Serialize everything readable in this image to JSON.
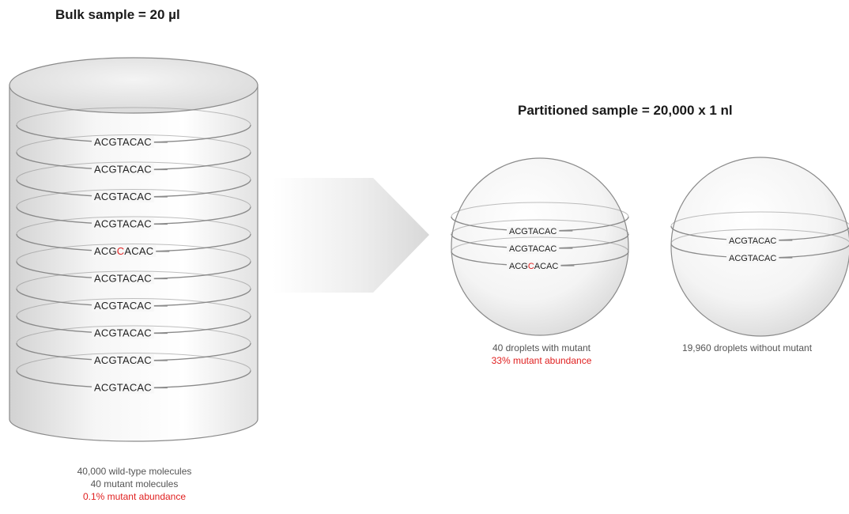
{
  "bulk": {
    "title": "Bulk sample = 20 µl",
    "sequences": [
      {
        "pre": "ACGTACAC",
        "mut": "",
        "post": ""
      },
      {
        "pre": "ACGTACAC",
        "mut": "",
        "post": ""
      },
      {
        "pre": "ACGTACAC",
        "mut": "",
        "post": ""
      },
      {
        "pre": "ACGTACAC",
        "mut": "",
        "post": ""
      },
      {
        "pre": "ACG",
        "mut": "C",
        "post": "ACAC"
      },
      {
        "pre": "ACGTACAC",
        "mut": "",
        "post": ""
      },
      {
        "pre": "ACGTACAC",
        "mut": "",
        "post": ""
      },
      {
        "pre": "ACGTACAC",
        "mut": "",
        "post": ""
      },
      {
        "pre": "ACGTACAC",
        "mut": "",
        "post": ""
      },
      {
        "pre": "ACGTACAC",
        "mut": "",
        "post": ""
      }
    ],
    "caption_line1": "40,000 wild-type molecules",
    "caption_line2": "40 mutant molecules",
    "caption_highlight": "0.1% mutant abundance"
  },
  "partitioned": {
    "title": "Partitioned sample = 20,000 x 1 nl",
    "droplet_with_mutant": {
      "sequences": [
        {
          "pre": "ACGTACAC",
          "mut": "",
          "post": ""
        },
        {
          "pre": "ACGTACAC",
          "mut": "",
          "post": ""
        },
        {
          "pre": "ACG",
          "mut": "C",
          "post": "ACAC"
        }
      ],
      "caption": "40 droplets with mutant",
      "caption_highlight": "33% mutant abundance"
    },
    "droplet_without_mutant": {
      "sequences": [
        {
          "pre": "ACGTACAC",
          "mut": "",
          "post": ""
        },
        {
          "pre": "ACGTACAC",
          "mut": "",
          "post": ""
        }
      ],
      "caption": "19,960 droplets without mutant"
    }
  },
  "colors": {
    "accent": "#e02020",
    "stroke": "#8a8a8a",
    "arrow": "#e6e6e6"
  },
  "icons": {
    "arrow": "right-chevron-arrow"
  }
}
